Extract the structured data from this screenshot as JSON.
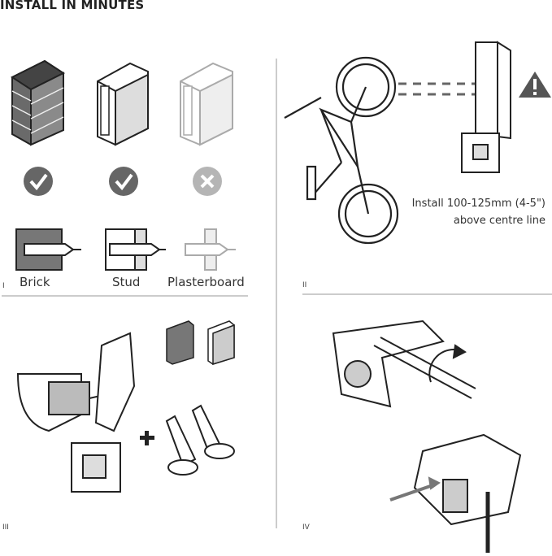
{
  "header": {
    "title": "INSTALL IN MINUTES"
  },
  "panel1": {
    "numeral": "I",
    "materials": [
      {
        "label": "Brick",
        "status": "check-icon"
      },
      {
        "label": "Stud",
        "status": "check-icon"
      },
      {
        "label": "Plasterboard",
        "status": "cross-icon"
      }
    ]
  },
  "panel2": {
    "numeral": "II",
    "note_line1": "Install 100-125mm (4-5\")",
    "note_line2": "above centre line",
    "warning_icon": "warning-icon"
  },
  "panel3": {
    "numeral": "III"
  },
  "panel4": {
    "numeral": "IV"
  },
  "colors": {
    "ink": "#222222",
    "check_fill": "#666666",
    "cross_fill": "#b5b5b5",
    "light_ink": "#aaaaaa"
  }
}
